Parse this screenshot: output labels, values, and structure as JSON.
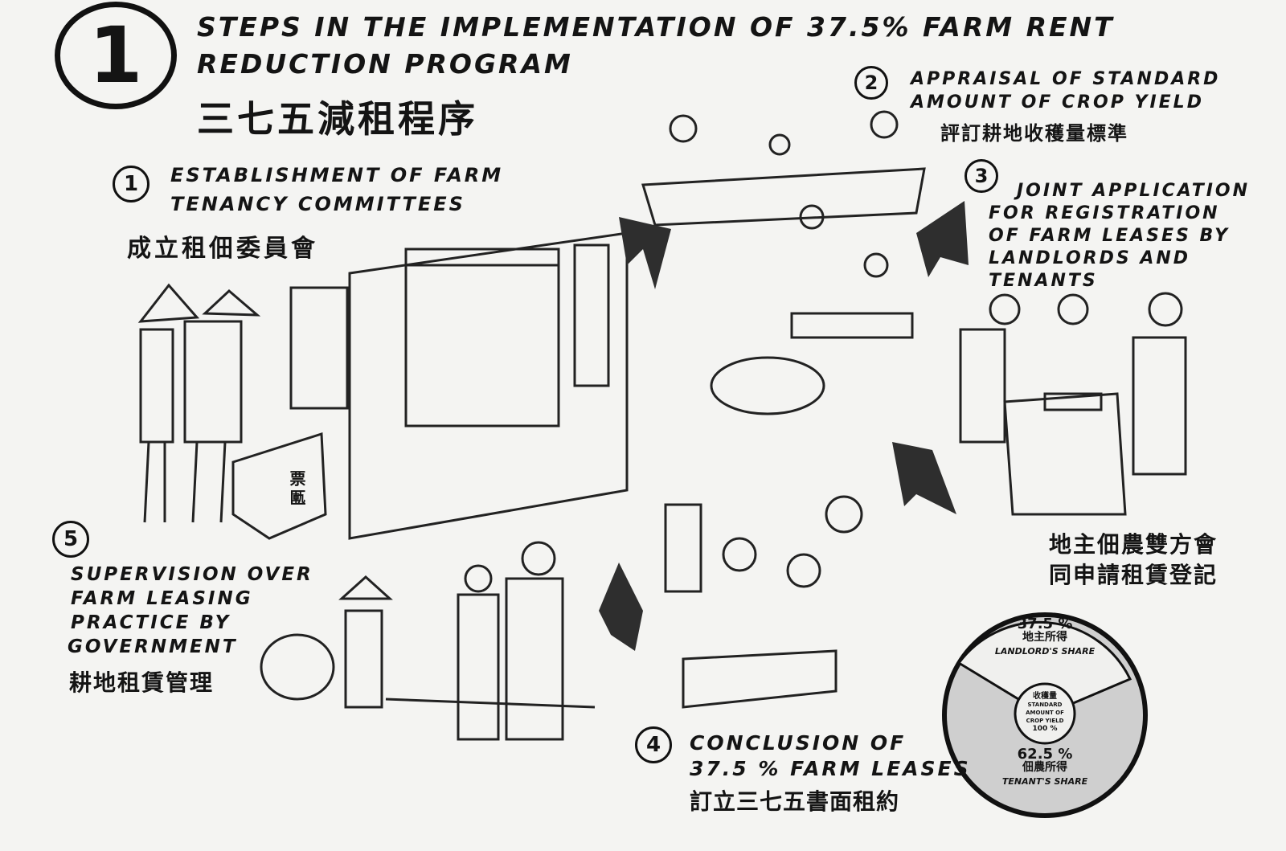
{
  "header": {
    "number": "1",
    "title_line1": "Steps in the implementation of 37.5% farm rent",
    "title_line2": "reduction program",
    "title_zh": "三七五減租程序"
  },
  "steps": [
    {
      "number": "1",
      "label_line1": "Establishment of farm",
      "label_line2": "tenancy committees",
      "label_zh": "成立租佃委員會"
    },
    {
      "number": "2",
      "label_line1": "Appraisal of standard",
      "label_line2": "amount of crop yield",
      "label_zh": "評訂耕地收穫量標準"
    },
    {
      "number": "3",
      "label_lines": [
        "Joint application",
        "for registration",
        "of farm leases by",
        "landlords and",
        "tenants"
      ],
      "label_zh_line1": "地主佃農雙方會",
      "label_zh_line2": "同申請租賃登記"
    },
    {
      "number": "4",
      "label_line1": "Conclusion of",
      "label_line2": "37.5 % farm leases",
      "label_zh": "訂立三七五書面租約"
    },
    {
      "number": "5",
      "label_lines": [
        "Supervision over",
        "farm leasing",
        "practice by",
        "government"
      ],
      "label_zh": "耕地租賃管理"
    }
  ],
  "signs": {
    "ballot_box": "票匭"
  },
  "chart_data": {
    "type": "pie",
    "center_label_zh": "收穫量",
    "center_label": "Standard amount of crop yield",
    "center_value": "100 %",
    "slices": [
      {
        "value": 37.5,
        "value_label": "37.5 %",
        "label_zh": "地主所得",
        "label": "Landlord's share"
      },
      {
        "value": 62.5,
        "value_label": "62.5 %",
        "label_zh": "佃農所得",
        "label": "Tenant's share"
      }
    ]
  }
}
